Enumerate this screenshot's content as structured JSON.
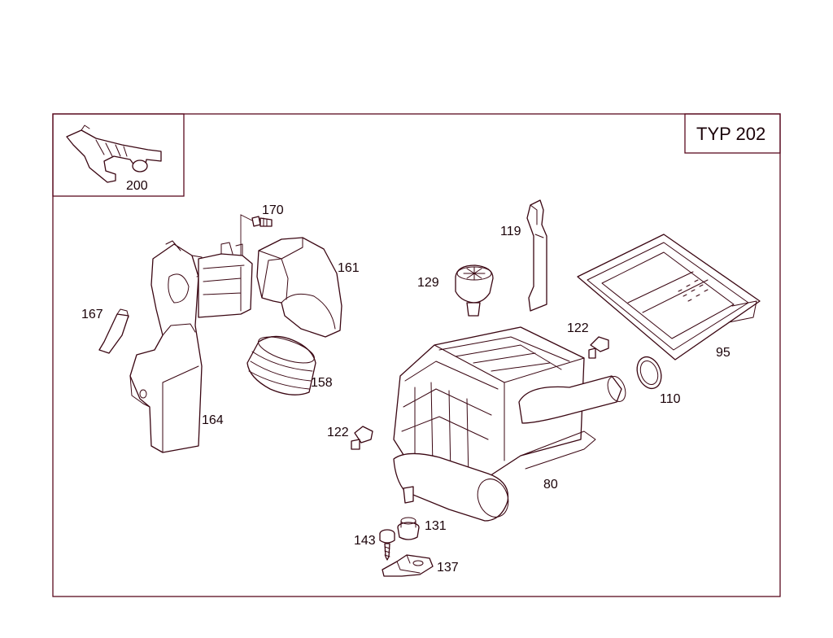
{
  "variant_label": "TYP 202",
  "part_numbers": {
    "p200": "200",
    "p170": "170",
    "p161": "161",
    "p119": "119",
    "p129": "129",
    "p167": "167",
    "p122a": "122",
    "p95": "95",
    "p158": "158",
    "p110": "110",
    "p164": "164",
    "p122b": "122",
    "p80": "80",
    "p131": "131",
    "p143": "143",
    "p137": "137"
  },
  "colors": {
    "frame": "#5a0a1e",
    "line": "#3a0612",
    "text": "#1a0208"
  }
}
